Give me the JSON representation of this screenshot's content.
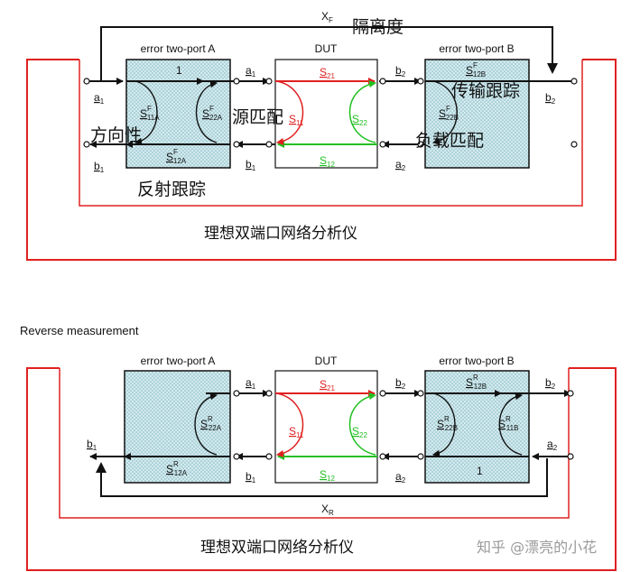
{
  "forward": {
    "isolation": "隔离度",
    "directivity": "方向性",
    "source_match": "源匹配",
    "transmission_tracking": "传输跟踪",
    "load_match": "负载匹配",
    "reflection_tracking": "反射跟踪",
    "vna_label": "理想双端口网络分析仪",
    "box_a": "error two-port A",
    "box_dut": "DUT",
    "box_b": "error two-port B",
    "one": "1",
    "sym": {
      "xF": "X",
      "xF_sub": "F",
      "a1p": "a",
      "a1p_sub": "1",
      "b1p": "b",
      "b1p_sub": "1",
      "a1": "a",
      "a1_sub": "1",
      "b1": "b",
      "b1_sub": "1",
      "a2": "a",
      "a2_sub": "2",
      "b2": "b",
      "b2_sub": "2",
      "b2p": "b",
      "b2p_sub": "2",
      "s11a": "S",
      "s11a_sub": "11A",
      "s11a_sup": "F",
      "s22a": "S",
      "s22a_sub": "22A",
      "s22a_sup": "F",
      "s12a": "S",
      "s12a_sub": "12A",
      "s12a_sup": "F",
      "s12b": "S",
      "s12b_sub": "12B",
      "s12b_sup": "F",
      "s22b": "S",
      "s22b_sub": "22B",
      "s22b_sup": "F",
      "s21": "S",
      "s21_sub": "21",
      "s11": "S",
      "s11_sub": "11",
      "s22": "S",
      "s22_sub": "22",
      "s12": "S",
      "s12_sub": "12"
    }
  },
  "reverse": {
    "heading": "Reverse measurement",
    "vna_label": "理想双端口网络分析仪",
    "box_a": "error two-port A",
    "box_dut": "DUT",
    "box_b": "error two-port B",
    "one": "1",
    "sym": {
      "xR": "X",
      "xR_sub": "R",
      "a1": "a",
      "a1_sub": "1",
      "b1": "b",
      "b1_sub": "1",
      "a2": "a",
      "a2_sub": "2",
      "b2": "b",
      "b2_sub": "2",
      "b1p": "b",
      "b1p_sub": "1",
      "a2p": "a",
      "a2p_sub": "2",
      "b2p": "b",
      "b2p_sub": "2",
      "s22a": "S",
      "s22a_sub": "22A",
      "s22a_sup": "R",
      "s12a": "S",
      "s12a_sub": "12A",
      "s12a_sup": "R",
      "s12b": "S",
      "s12b_sub": "12B",
      "s12b_sup": "R",
      "s22b": "S",
      "s22b_sub": "22B",
      "s22b_sup": "R",
      "s11b": "S",
      "s11b_sub": "11B",
      "s11b_sup": "R",
      "s21": "S",
      "s21_sub": "21",
      "s11": "S",
      "s11_sub": "11",
      "s22": "S",
      "s22_sub": "22",
      "s12": "S",
      "s12_sub": "12"
    }
  },
  "watermark": "知乎 @漂亮的小花",
  "colors": {
    "red": "#e02020",
    "green": "#22c022",
    "frame": "#e02020",
    "box_fill": "#cfe8ec",
    "box_dots": "#79b3bd"
  }
}
